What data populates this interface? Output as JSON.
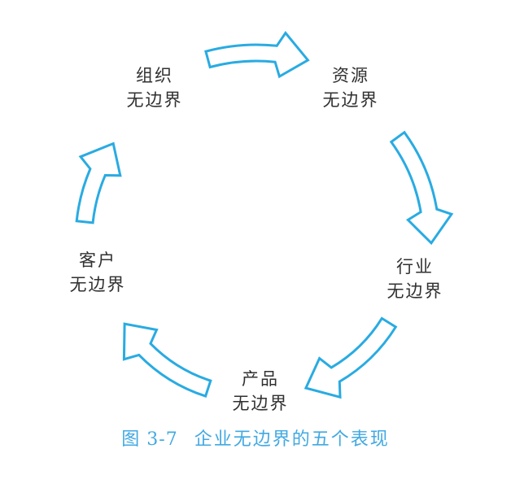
{
  "diagram": {
    "nodes": [
      {
        "id": "organization",
        "line1": "组织",
        "line2": "无边界"
      },
      {
        "id": "resource",
        "line1": "资源",
        "line2": "无边界"
      },
      {
        "id": "industry",
        "line1": "行业",
        "line2": "无边界"
      },
      {
        "id": "product",
        "line1": "产品",
        "line2": "无边界"
      },
      {
        "id": "customer",
        "line1": "客户",
        "line2": "无边界"
      }
    ],
    "edges": [
      {
        "from": "organization",
        "to": "resource"
      },
      {
        "from": "resource",
        "to": "industry"
      },
      {
        "from": "industry",
        "to": "product"
      },
      {
        "from": "product",
        "to": "customer"
      },
      {
        "from": "customer",
        "to": "organization"
      }
    ],
    "colors": {
      "arrow_stroke": "#29abe2",
      "arrow_fill": "#ffffff",
      "label_text": "#303030",
      "caption_text": "#41a9e2",
      "background": "#ffffff"
    }
  },
  "caption": {
    "figure_label": "图 3-7",
    "text": "企业无边界的五个表现"
  }
}
